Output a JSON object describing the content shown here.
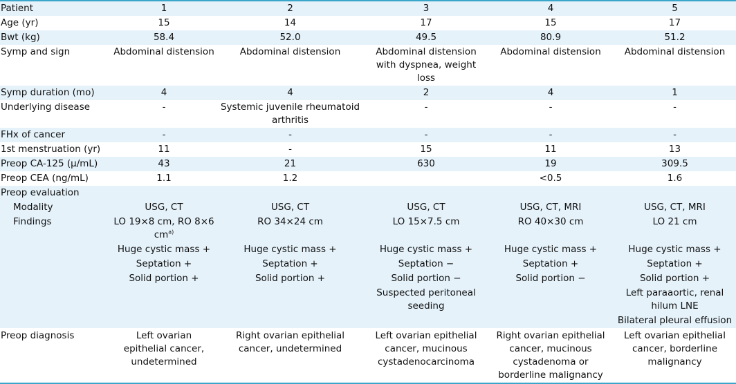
{
  "columns": [
    "Patient",
    "1",
    "2",
    "3",
    "4",
    "5"
  ],
  "rows": [
    {
      "label": "Age (yr)",
      "values": [
        "15",
        "14",
        "17",
        "15",
        "17"
      ]
    },
    {
      "label": "Bwt (kg)",
      "values": [
        "58.4",
        "52.0",
        "49.5",
        "80.9",
        "51.2"
      ]
    },
    {
      "label": "Symp and sign",
      "values": [
        "Abdominal distension",
        "Abdominal distension",
        "Abdominal distension with dyspnea, weight loss",
        "Abdominal distension",
        "Abdominal distension"
      ]
    },
    {
      "label": "Symp duration (mo)",
      "values": [
        "4",
        "4",
        "2",
        "4",
        "1"
      ]
    },
    {
      "label": "Underlying disease",
      "values": [
        "-",
        "Systemic juvenile rheumatoid arthritis",
        "-",
        "-",
        "-"
      ]
    },
    {
      "label": "FHx of cancer",
      "values": [
        "-",
        "-",
        "-",
        "-",
        "-"
      ]
    },
    {
      "label": "1st menstruation (yr)",
      "values": [
        "11",
        "-",
        "15",
        "11",
        "13"
      ]
    },
    {
      "label": "Preop CA-125 (μ/mL)",
      "values": [
        "43",
        "21",
        "630",
        "19",
        "309.5"
      ]
    },
    {
      "label": "Preop CEA (ng/mL)",
      "values": [
        "1.1",
        "1.2",
        "",
        "<0.5",
        "1.6"
      ]
    }
  ],
  "preop_evaluation": {
    "label": "Preop evaluation",
    "modality": {
      "label": "Modality",
      "values": [
        "USG, CT",
        "USG, CT",
        "USG, CT",
        "USG, CT, MRI",
        "USG, CT, MRI"
      ]
    },
    "findings": {
      "label": "Findings",
      "lines": [
        [
          "LO 19×8 cm, RO 8×6 cm",
          "RO 34×24 cm",
          "LO 15×7.5 cm",
          "RO 40×30 cm",
          "LO 21 cm"
        ],
        [
          "Huge cystic mass +",
          "Huge cystic mass +",
          "Huge cystic mass +",
          "Huge cystic mass +",
          "Huge cystic mass +"
        ],
        [
          "Septation +",
          "Septation +",
          "Septation −",
          "Septation +",
          "Septation +"
        ],
        [
          "Solid portion +",
          "Solid portion +",
          "Solid portion −",
          "Solid portion −",
          "Solid portion +"
        ],
        [
          "",
          "",
          "Suspected peritoneal seeding",
          "",
          "Left paraaortic, renal hilum LNE"
        ],
        [
          "",
          "",
          "",
          "",
          "Bilateral pleural effusion"
        ]
      ],
      "footnote_mark": "a)"
    }
  },
  "diagnosis": {
    "label": "Preop diagnosis",
    "values": [
      "Left ovarian epithelial cancer, undetermined",
      "Right ovarian epithelial cancer, undetermined",
      "Left ovarian epithelial cancer, mucinous cystadenocarcinoma",
      "Right ovarian epithelial cancer, mucinous cystadenoma or borderline malignancy",
      "Left ovarian epithelial cancer, borderline malignancy"
    ]
  }
}
